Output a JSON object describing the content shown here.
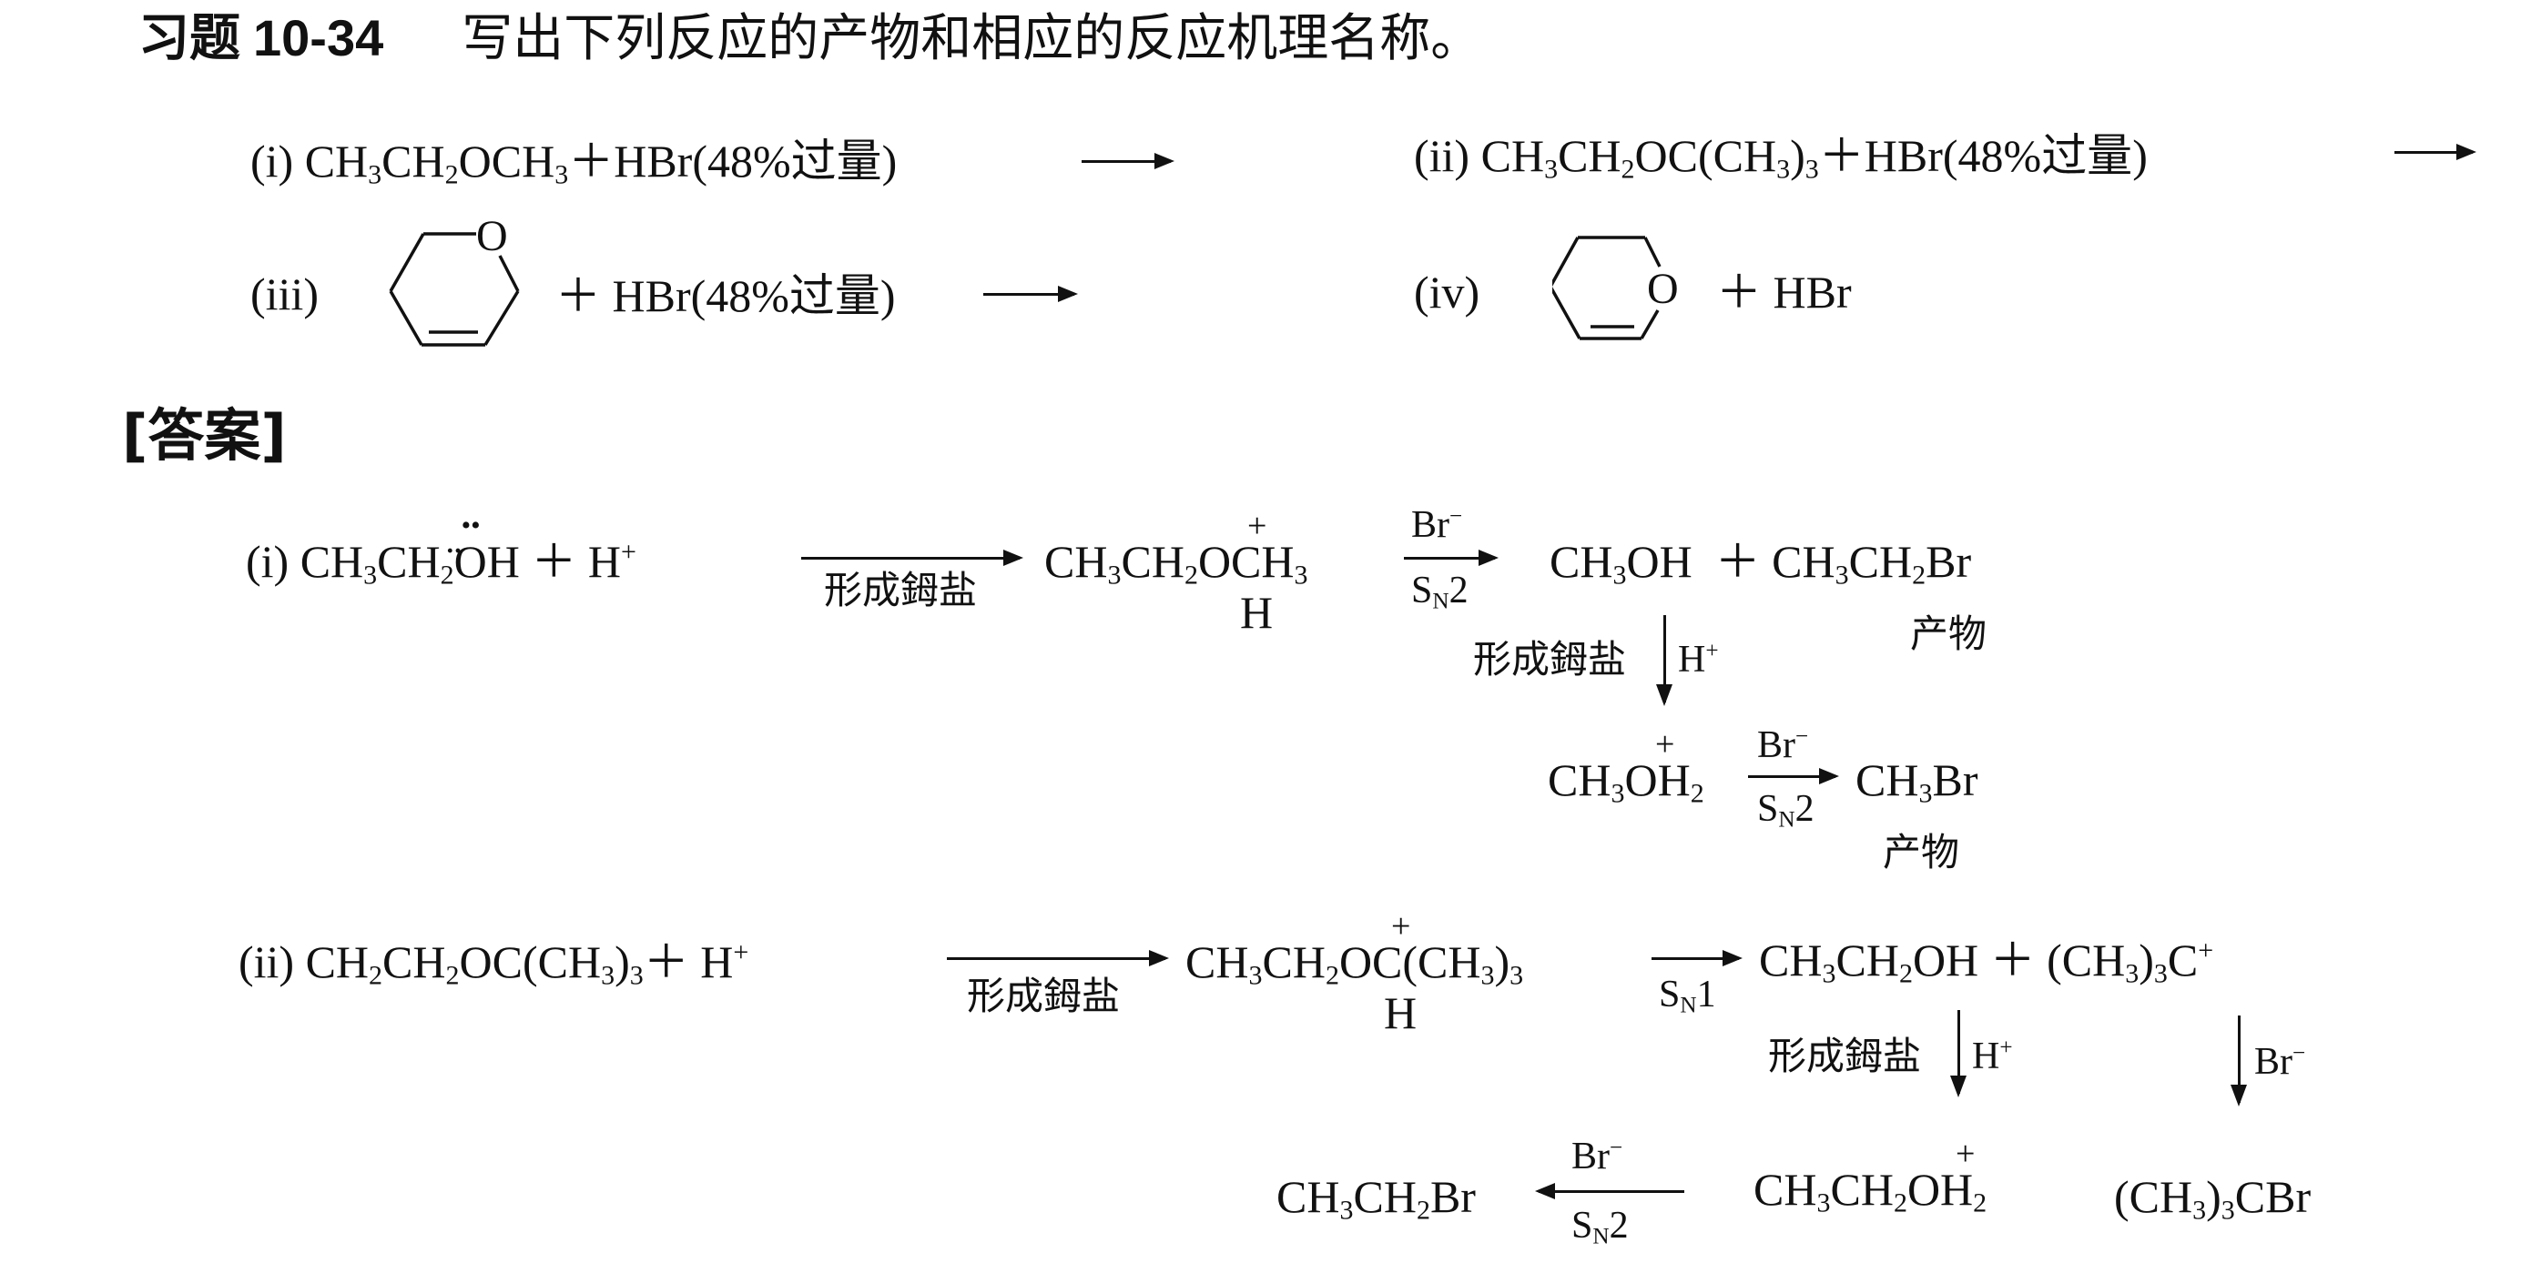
{
  "problem": {
    "label": "习题",
    "number": "10-34",
    "instruction": "写出下列反应的产物和相应的反应机理名称。",
    "items": [
      {
        "id": "i",
        "label": "(i)",
        "reactant": "CH3CH2OCH3",
        "reagent": "+HBr(48%过量)",
        "arrow": "→"
      },
      {
        "id": "ii",
        "label": "(ii)",
        "reactant": "CH3CH2OC(CH3)3",
        "reagent": "+HBr(48%过量)",
        "arrow": "→"
      },
      {
        "id": "iii",
        "label": "(iii)",
        "reactant_structure": "3,4-dihydro-2H-pyran ring (O at top right, C=C at bottom)",
        "ring_atom": "O",
        "reagent": "+ HBr(48%过量)",
        "arrow": "→"
      },
      {
        "id": "iv",
        "label": "(iv)",
        "reactant_structure": "3,4-dihydro-2H-pyran ring (O at right, C=C at bottom)",
        "ring_atom": "O",
        "reagent": "+ HBr"
      }
    ]
  },
  "answer": {
    "heading": "[答案]",
    "part_i": {
      "label": "(i)",
      "step1_reactants": "CH3CH2ÖH + H+",
      "step1_arrow_label": "形成鉧盐",
      "oxonium": "CH3CH2O(+)(H)CH3",
      "step2_arrow_top": "Br−",
      "step2_arrow_bottom": "SN2",
      "products": "CH3OH + CH3CH2Br",
      "product_label": "产物",
      "down_arrow_left": "形成鉧盐",
      "down_arrow_right": "H+",
      "oxonium2": "CH3O(+)H2",
      "step3_arrow_top": "Br−",
      "step3_arrow_bottom": "SN2",
      "product2": "CH3Br",
      "product2_label": "产物"
    },
    "part_ii": {
      "label": "(ii)",
      "step1_reactants": "CH2CH2OC(CH3)3 + H+",
      "step1_arrow_label": "形成鉧盐",
      "oxonium": "CH3CH2O(+)(H)C(CH3)3",
      "step2_arrow_bottom": "SN1",
      "products": "CH3CH2OH + (CH3)3C+",
      "down_arrow1_left": "形成鉧盐",
      "down_arrow1_right": "H+",
      "down_arrow2_right": "Br−",
      "oxonium2": "CH3CH2O(+)H2",
      "tbutyl_bromide": "(CH3)3CBr",
      "left_arrow_top": "Br−",
      "left_arrow_bottom": "SN2",
      "product_ethyl_bromide": "CH3CH2Br"
    }
  }
}
